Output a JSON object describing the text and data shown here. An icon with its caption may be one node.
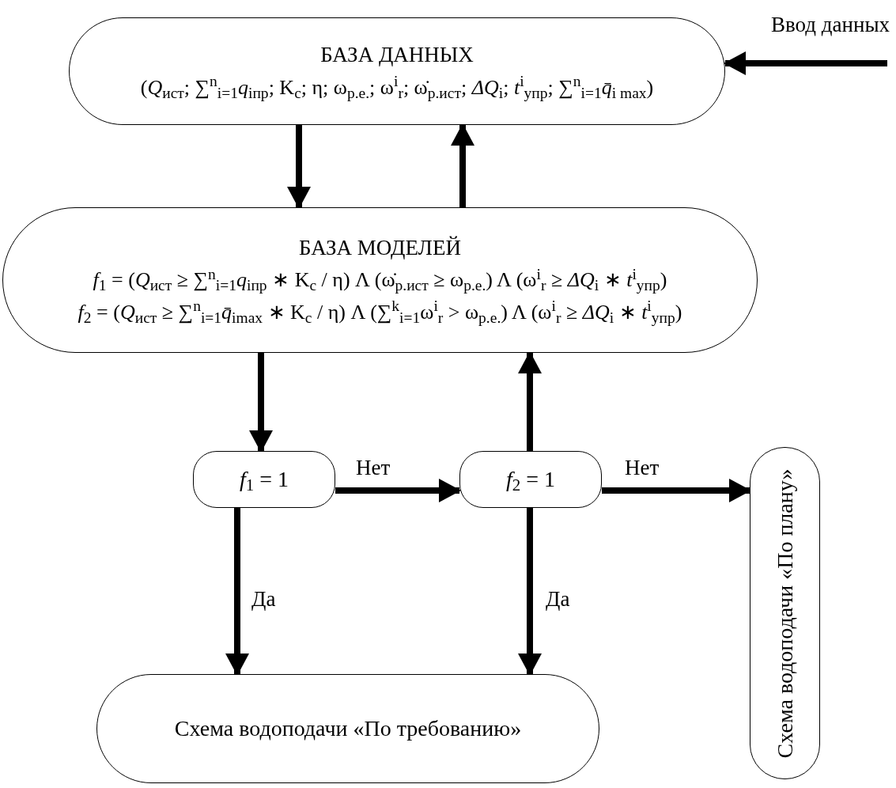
{
  "diagram": {
    "nodes": [
      {
        "text": [
          "БАЗА ДАННЫХ",
          "(*Q*$_{ист}$; ∑$^{n}$$_{i=1}$*q*$_{iпр}$; K$_{с}$; η; ω$_{р.е.}$; ω$^{i}$$_{r}$; ω̇$_{р.ист}$; *ΔQ*$_{i}$; *t*$^{i}$$_{упр}$; ∑$^{n}$$_{i=1}$*q̄*$_{i max}$)"
        ]
      },
      {
        "text": [
          "БАЗА МОДЕЛЕЙ",
          "*f*$_{1}$ = (*Q*$_{ист}$ ≥ ∑$^{n}$$_{i=1}$*q*$_{iпр}$ ∗ K$_{с}$ / η) Λ (ω̇$_{р.ист}$ ≥ ω$_{р.е.}$) Λ (ω$^{i}$$_{r}$ ≥ *ΔQ*$_{i}$ ∗ *t*$^{i}$$_{упр}$)",
          "*f*$_{2}$ = (*Q*$_{ист}$ ≥ ∑$^{n}$$_{i=1}$*q̄*$_{imax}$ ∗ K$_{с}$ / η) Λ (∑$^{k}$$_{i=1}$ω$^{i}$$_{r}$ > ω$_{р.е.}$) Λ (ω$^{i}$$_{r}$ ≥ *ΔQ*$_{i}$ ∗ *t*$^{i}$$_{упр}$)"
        ]
      },
      {
        "text": [
          "*f*$_{1}$ = 1"
        ]
      },
      {
        "text": [
          "*f*$_{2}$ = 1"
        ]
      },
      {
        "text": [
          "Схема водоподачи «По требованию»"
        ]
      },
      {
        "text": [
          "Схема водоподачи «По плану»"
        ]
      }
    ],
    "edges": [
      {
        "from": null,
        "to": 0,
        "arrow": "to",
        "label": "Ввод данных"
      },
      {
        "from": 0,
        "to": 1,
        "arrow": "to"
      },
      {
        "from": 1,
        "to": 0,
        "arrow": "to"
      },
      {
        "from": 1,
        "to": 2,
        "arrow": "to"
      },
      {
        "from": 3,
        "to": 1,
        "arrow": "to"
      },
      {
        "from": 2,
        "to": 3,
        "arrow": "to",
        "label": "Нет"
      },
      {
        "from": 3,
        "to": 5,
        "arrow": "to",
        "label": "Нет"
      },
      {
        "from": 2,
        "to": 4,
        "arrow": "to",
        "label": "Да"
      },
      {
        "from": 3,
        "to": 4,
        "arrow": "to",
        "label": "Да"
      }
    ]
  }
}
